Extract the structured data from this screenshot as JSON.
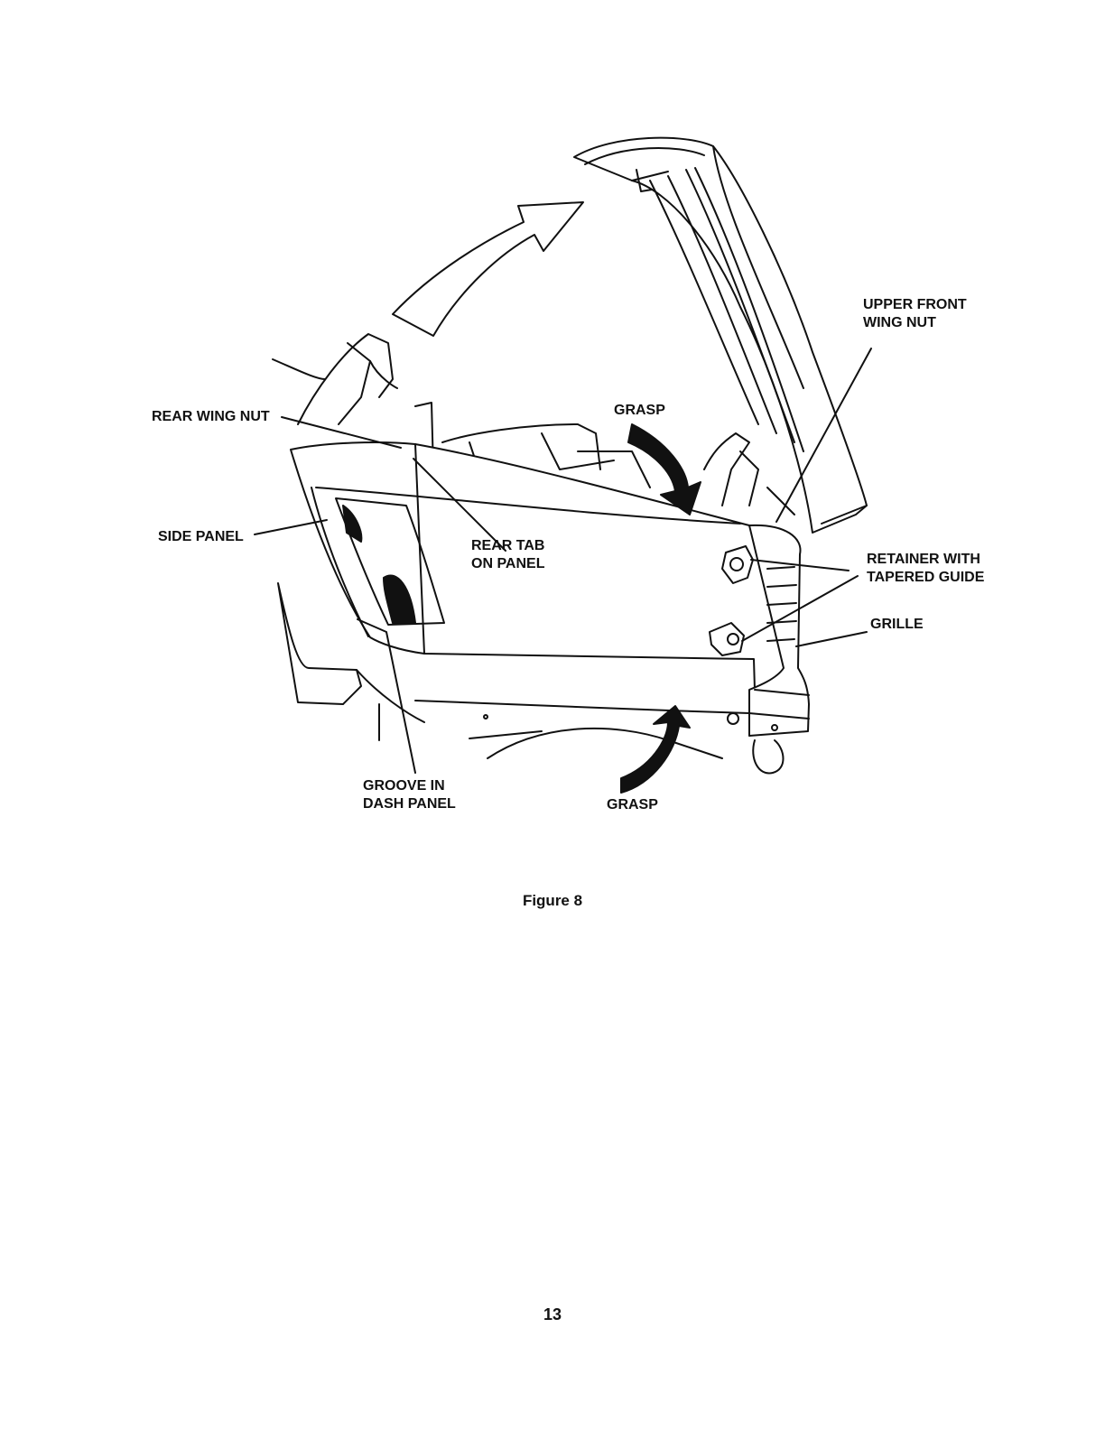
{
  "figure": {
    "labels": {
      "upper_front_wing_nut": [
        "UPPER FRONT",
        "WING NUT"
      ],
      "rear_wing_nut": "REAR WING NUT",
      "grasp_top": "GRASP",
      "side_panel": "SIDE PANEL",
      "rear_tab_on_panel": [
        "REAR TAB",
        "ON PANEL"
      ],
      "retainer_with_tapered_guide": [
        "RETAINER WITH",
        "TAPERED GUIDE"
      ],
      "grille": "GRILLE",
      "groove_in_dash_panel": [
        "GROOVE IN",
        "DASH PANEL"
      ],
      "grasp_bottom": "GRASP"
    },
    "caption": "Figure 8"
  },
  "page": {
    "number": "13"
  }
}
